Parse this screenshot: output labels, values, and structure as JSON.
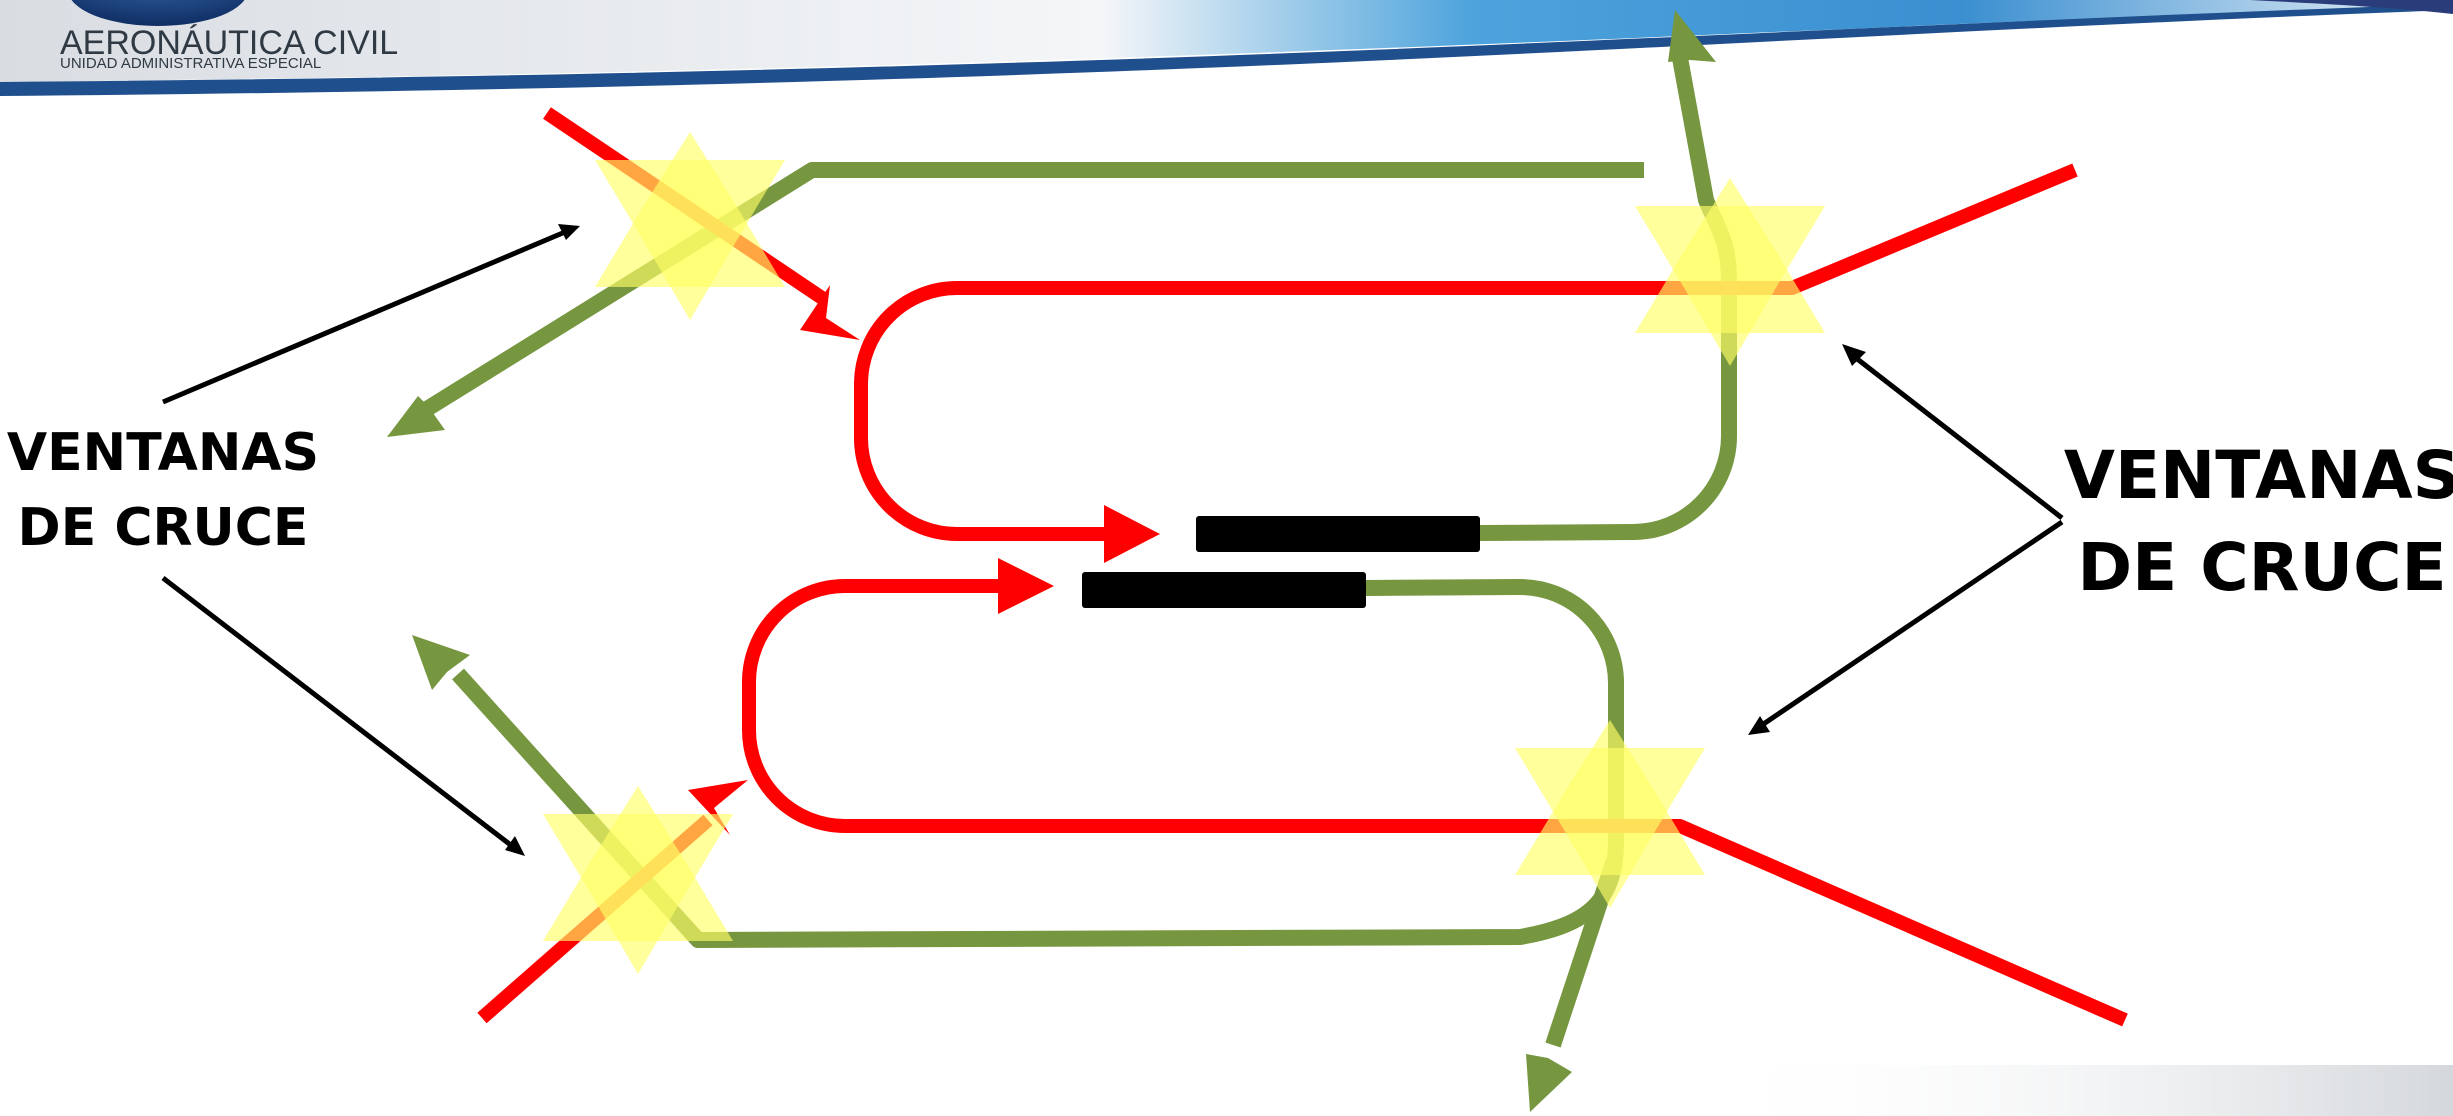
{
  "header": {
    "org_name": "AERONÁUTICA CIVIL",
    "org_subtitle": "UNIDAD ADMINISTRATIVA ESPECIAL"
  },
  "callouts": {
    "left": {
      "line1": "VENTANAS",
      "line2": "DE CRUCE"
    },
    "right": {
      "line1": "VENTANAS",
      "line2": "DE CRUCE"
    }
  },
  "colors": {
    "red_route": "#ff0000",
    "green_route": "#76963f",
    "crossing_star": "#ffff66",
    "runway": "#000000",
    "pointer": "#000000",
    "header_blue": "#1f6fb0",
    "header_light_blue": "#4da3dc"
  },
  "diagram": {
    "runways": 2,
    "crossing_windows": 4,
    "routes": [
      "red",
      "green"
    ]
  }
}
